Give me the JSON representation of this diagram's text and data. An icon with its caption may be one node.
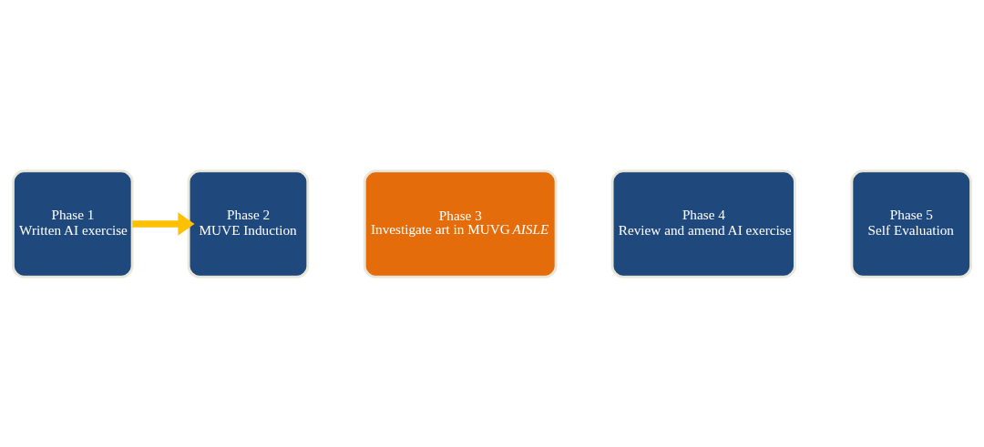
{
  "diagram": {
    "nodes": [
      {
        "text": [
          "Phase 1",
          "Written AI exercise"
        ]
      },
      {
        "text": [
          "Phase 2",
          "MUVE Induction"
        ]
      },
      {
        "text": [
          "Phase 3",
          "Investigate art in MUVG *AISLE*"
        ]
      },
      {
        "text": [
          "Phase 4",
          "Review and amend AI exercise"
        ]
      },
      {
        "text": [
          "Phase 5",
          "Self Evaluation"
        ]
      }
    ],
    "edges": [
      {
        "from": 0,
        "to": 1,
        "arrow": "to",
        "color": "#ffc000"
      }
    ]
  }
}
